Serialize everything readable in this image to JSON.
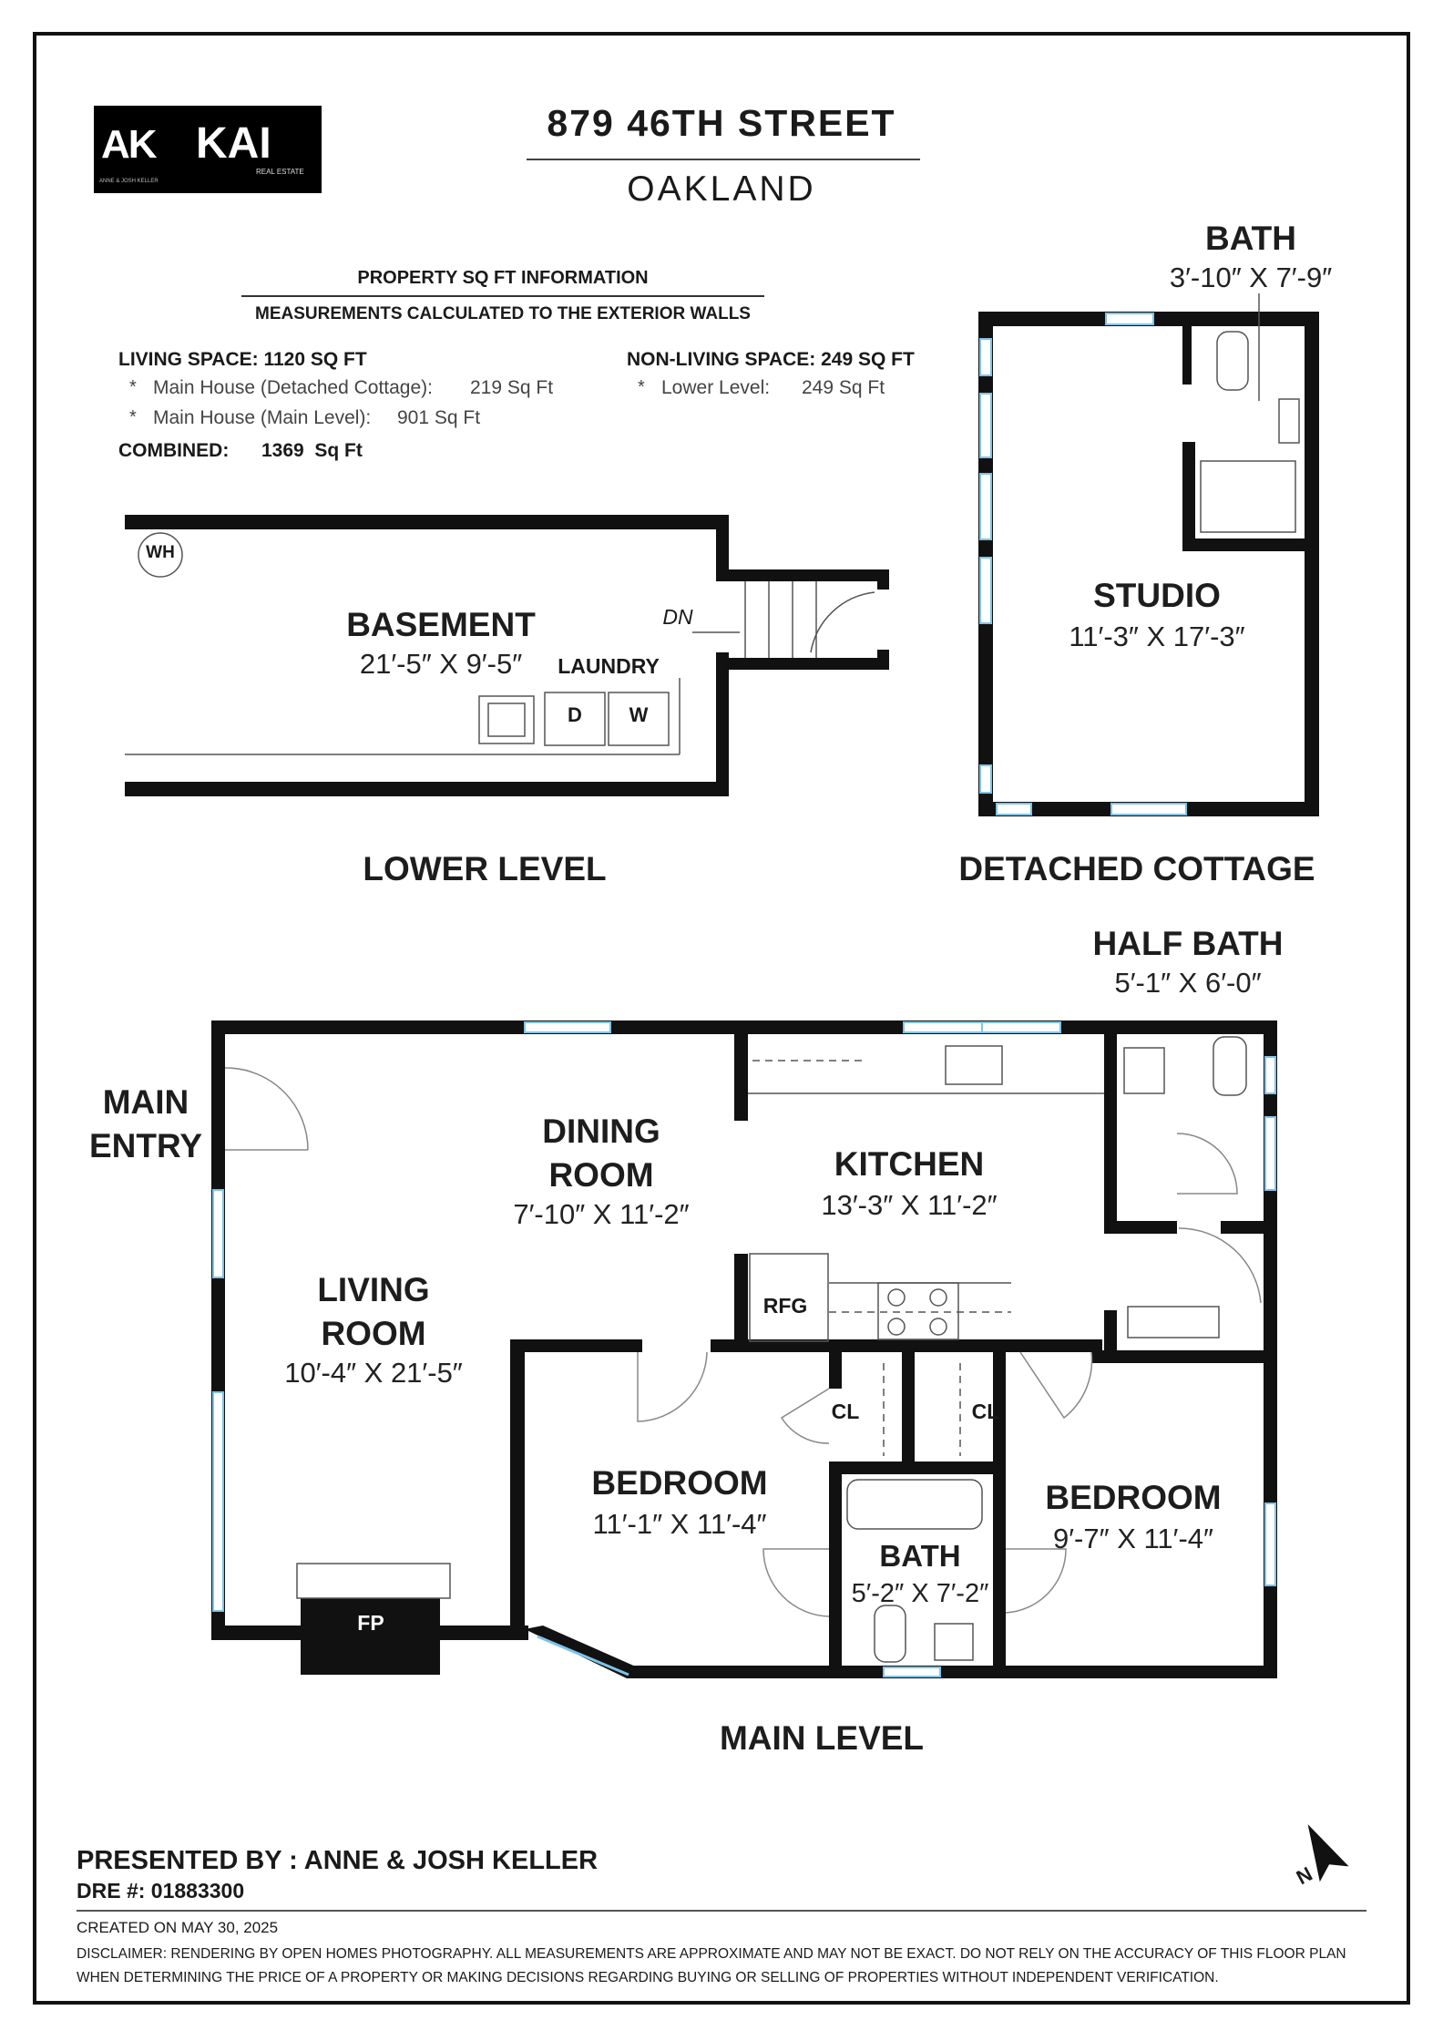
{
  "header": {
    "address": "879 46TH STREET",
    "city": "OAKLAND",
    "logo": {
      "mark_a": "AK",
      "mark_b": "KAI",
      "sub_a": "ANNE & JOSH KELLER",
      "sub_b": "REAL ESTATE"
    }
  },
  "sqft": {
    "title": "PROPERTY SQ FT INFORMATION",
    "subtitle": "MEASUREMENTS CALCULATED TO THE EXTERIOR WALLS",
    "living_label": "LIVING SPACE: 1120 SQ FT",
    "living_items": [
      {
        "name": "Main House (Detached Cottage):",
        "value": "219 Sq Ft"
      },
      {
        "name": "Main House (Main Level):",
        "value": "901 Sq Ft"
      }
    ],
    "combined_label": "COMBINED:",
    "combined_value": "1369  Sq Ft",
    "nonliving_label": "NON-LIVING SPACE: 249 SQ FT",
    "nonliving_items": [
      {
        "name": "Lower Level:",
        "value": "249 Sq Ft"
      }
    ]
  },
  "lower_level": {
    "label": "LOWER LEVEL",
    "basement": {
      "name": "BASEMENT",
      "dims": "21′-5″ X 9′-5″"
    },
    "laundry": "LAUNDRY",
    "dryer": "D",
    "washer": "W",
    "water_heater": "WH",
    "stairs": "DN"
  },
  "cottage": {
    "label": "DETACHED COTTAGE",
    "bath": {
      "name": "BATH",
      "dims": "3′-10″ X 7′-9″"
    },
    "studio": {
      "name": "STUDIO",
      "dims": "11′-3″ X 17′-3″"
    }
  },
  "main_level": {
    "label": "MAIN LEVEL",
    "entry": "MAIN ENTRY",
    "half_bath": {
      "name": "HALF BATH",
      "dims": "5′-1″ X 6′-0″"
    },
    "dining": {
      "name": "DINING ROOM",
      "dims": "7′-10″ X 11′-2″"
    },
    "kitchen": {
      "name": "KITCHEN",
      "dims": "13′-3″ X 11′-2″"
    },
    "living": {
      "name": "LIVING ROOM",
      "dims": "10′-4″ X 21′-5″"
    },
    "bedroom1": {
      "name": "BEDROOM",
      "dims": "11′-1″ X 11′-4″"
    },
    "bedroom2": {
      "name": "BEDROOM",
      "dims": "9′-7″ X 11′-4″"
    },
    "bath": {
      "name": "BATH",
      "dims": "5′-2″ X 7′-2″"
    },
    "closet": "CL",
    "fridge": "RFG",
    "fireplace": "FP"
  },
  "footer": {
    "presented": "PRESENTED BY : ANNE & JOSH KELLER",
    "dre": "DRE #: 01883300",
    "created": "CREATED ON MAY 30, 2025",
    "disclaimer_1": "DISCLAIMER: RENDERING BY OPEN HOMES PHOTOGRAPHY. ALL MEASUREMENTS ARE APPROXIMATE AND MAY NOT BE EXACT. DO NOT RELY ON THE ACCURACY OF THIS FLOOR PLAN",
    "disclaimer_2": "WHEN DETERMINING THE PRICE OF A PROPERTY OR MAKING DECISIONS REGARDING BUYING OR SELLING OF PROPERTIES WITHOUT INDEPENDENT VERIFICATION.",
    "north": "N"
  },
  "colors": {
    "wall": "#111111",
    "window": "#7ec3e6",
    "logo_green": "#8f9a5b"
  }
}
